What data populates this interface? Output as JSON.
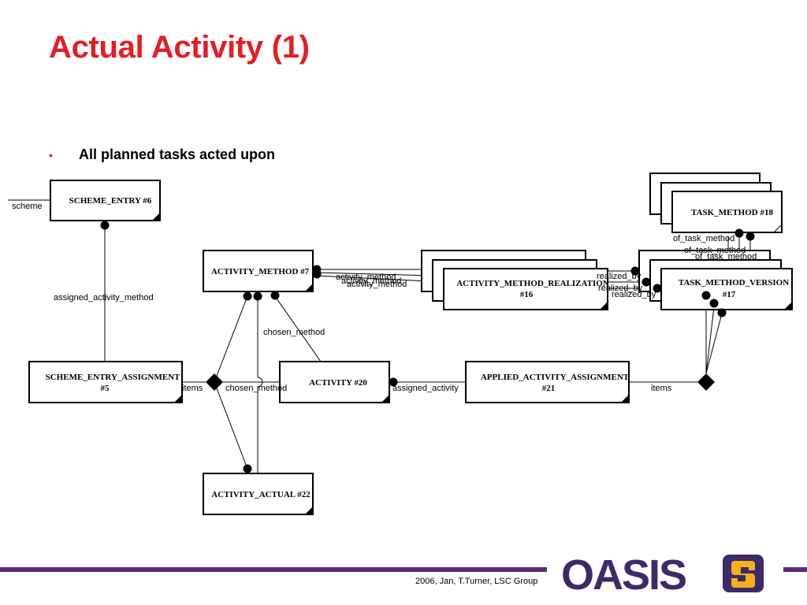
{
  "slide": {
    "title": "Actual Activity (1)",
    "bullet_symbol": "•",
    "bullet_text": "All planned tasks acted upon"
  },
  "entities": {
    "scheme_entry": "SCHEME_ENTRY #6",
    "activity_method": "ACTIVITY_METHOD #7",
    "activity_method_realization_l1": "ACTIVITY_METHOD_REALIZATION",
    "activity_method_realization_l2": "#16",
    "task_method": "TASK_METHOD #18",
    "task_method_version_l1": "TASK_METHOD_VERSION",
    "task_method_version_l2": "#17",
    "scheme_entry_assignment_l1": "SCHEME_ENTRY_ASSIGNMENT",
    "scheme_entry_assignment_l2": "#5",
    "activity": "ACTIVITY #20",
    "applied_activity_assignment_l1": "APPLIED_ACTIVITY_ASSIGNMENT",
    "applied_activity_assignment_l2": "#21",
    "activity_actual": "ACTIVITY_ACTUAL #22"
  },
  "relations": {
    "scheme": "scheme",
    "assigned_activity_method": "assigned_activity_method",
    "chosen_method_upper": "chosen_method",
    "chosen_method_lower": "chosen_method",
    "items_left": "items",
    "items_right": "items",
    "assigned_activity": "assigned_activity",
    "activity_method_1": "activity_method",
    "activity_method_2": "activity_method",
    "activity_method_3": "activity_method",
    "realized_by_1": "realized_by",
    "realized_by_2": "realized_by",
    "realized_by_3": "realized_by",
    "of_task_method_1": "of_task_method",
    "of_task_method_2": "of_task_method",
    "of_task_method_3": "of_task_method"
  },
  "footer": {
    "text": "2006, Jan, T.Turner, LSC Group",
    "logo_text": "OASIS",
    "colors": {
      "purple": "#5b2b7a",
      "yellow": "#f3b21b",
      "title_red": "#e41e26"
    }
  }
}
